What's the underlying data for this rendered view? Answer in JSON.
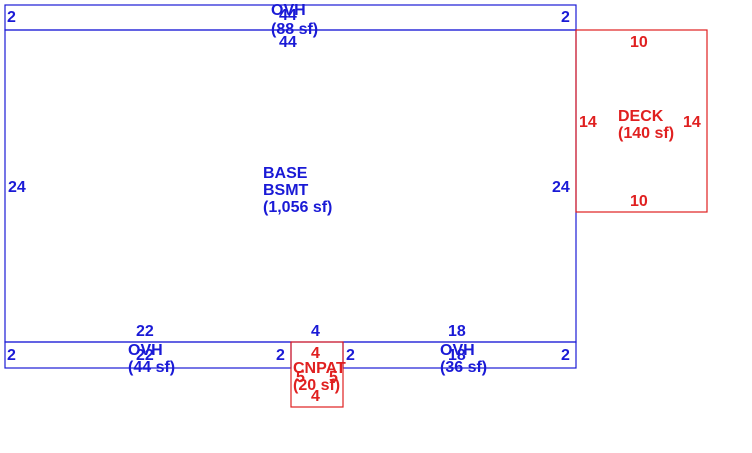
{
  "colors": {
    "structure": "#1a1ad6",
    "addition": "#e02020"
  },
  "main": {
    "label_line1": "BASE",
    "label_line2": "BSMT",
    "area": "(1,056 sf)",
    "dim_top": "44",
    "dim_left": "24",
    "dim_right": "24"
  },
  "ovh_top": {
    "label": "OVH",
    "area": "(88 sf)",
    "dim_top": "44",
    "dim_left": "2",
    "dim_right": "2"
  },
  "ovh_bottom_left": {
    "label": "OVH",
    "area": "(44 sf)",
    "dim_top": "22",
    "dim_inner": "22",
    "dim_left": "2",
    "dim_right": "2"
  },
  "ovh_bottom_right": {
    "label": "OVH",
    "area": "(36 sf)",
    "dim_top": "18",
    "dim_inner": "18",
    "dim_left": "2",
    "dim_right": "2"
  },
  "deck": {
    "label": "DECK",
    "area": "(140 sf)",
    "dim_top": "10",
    "dim_bottom": "10",
    "dim_left": "14",
    "dim_right": "14"
  },
  "cnpat": {
    "label": "CNPAT",
    "area": "(20 sf)",
    "dim_top_outer": "4",
    "dim_top": "4",
    "dim_bottom": "4",
    "dim_left": "5",
    "dim_right": "5"
  }
}
